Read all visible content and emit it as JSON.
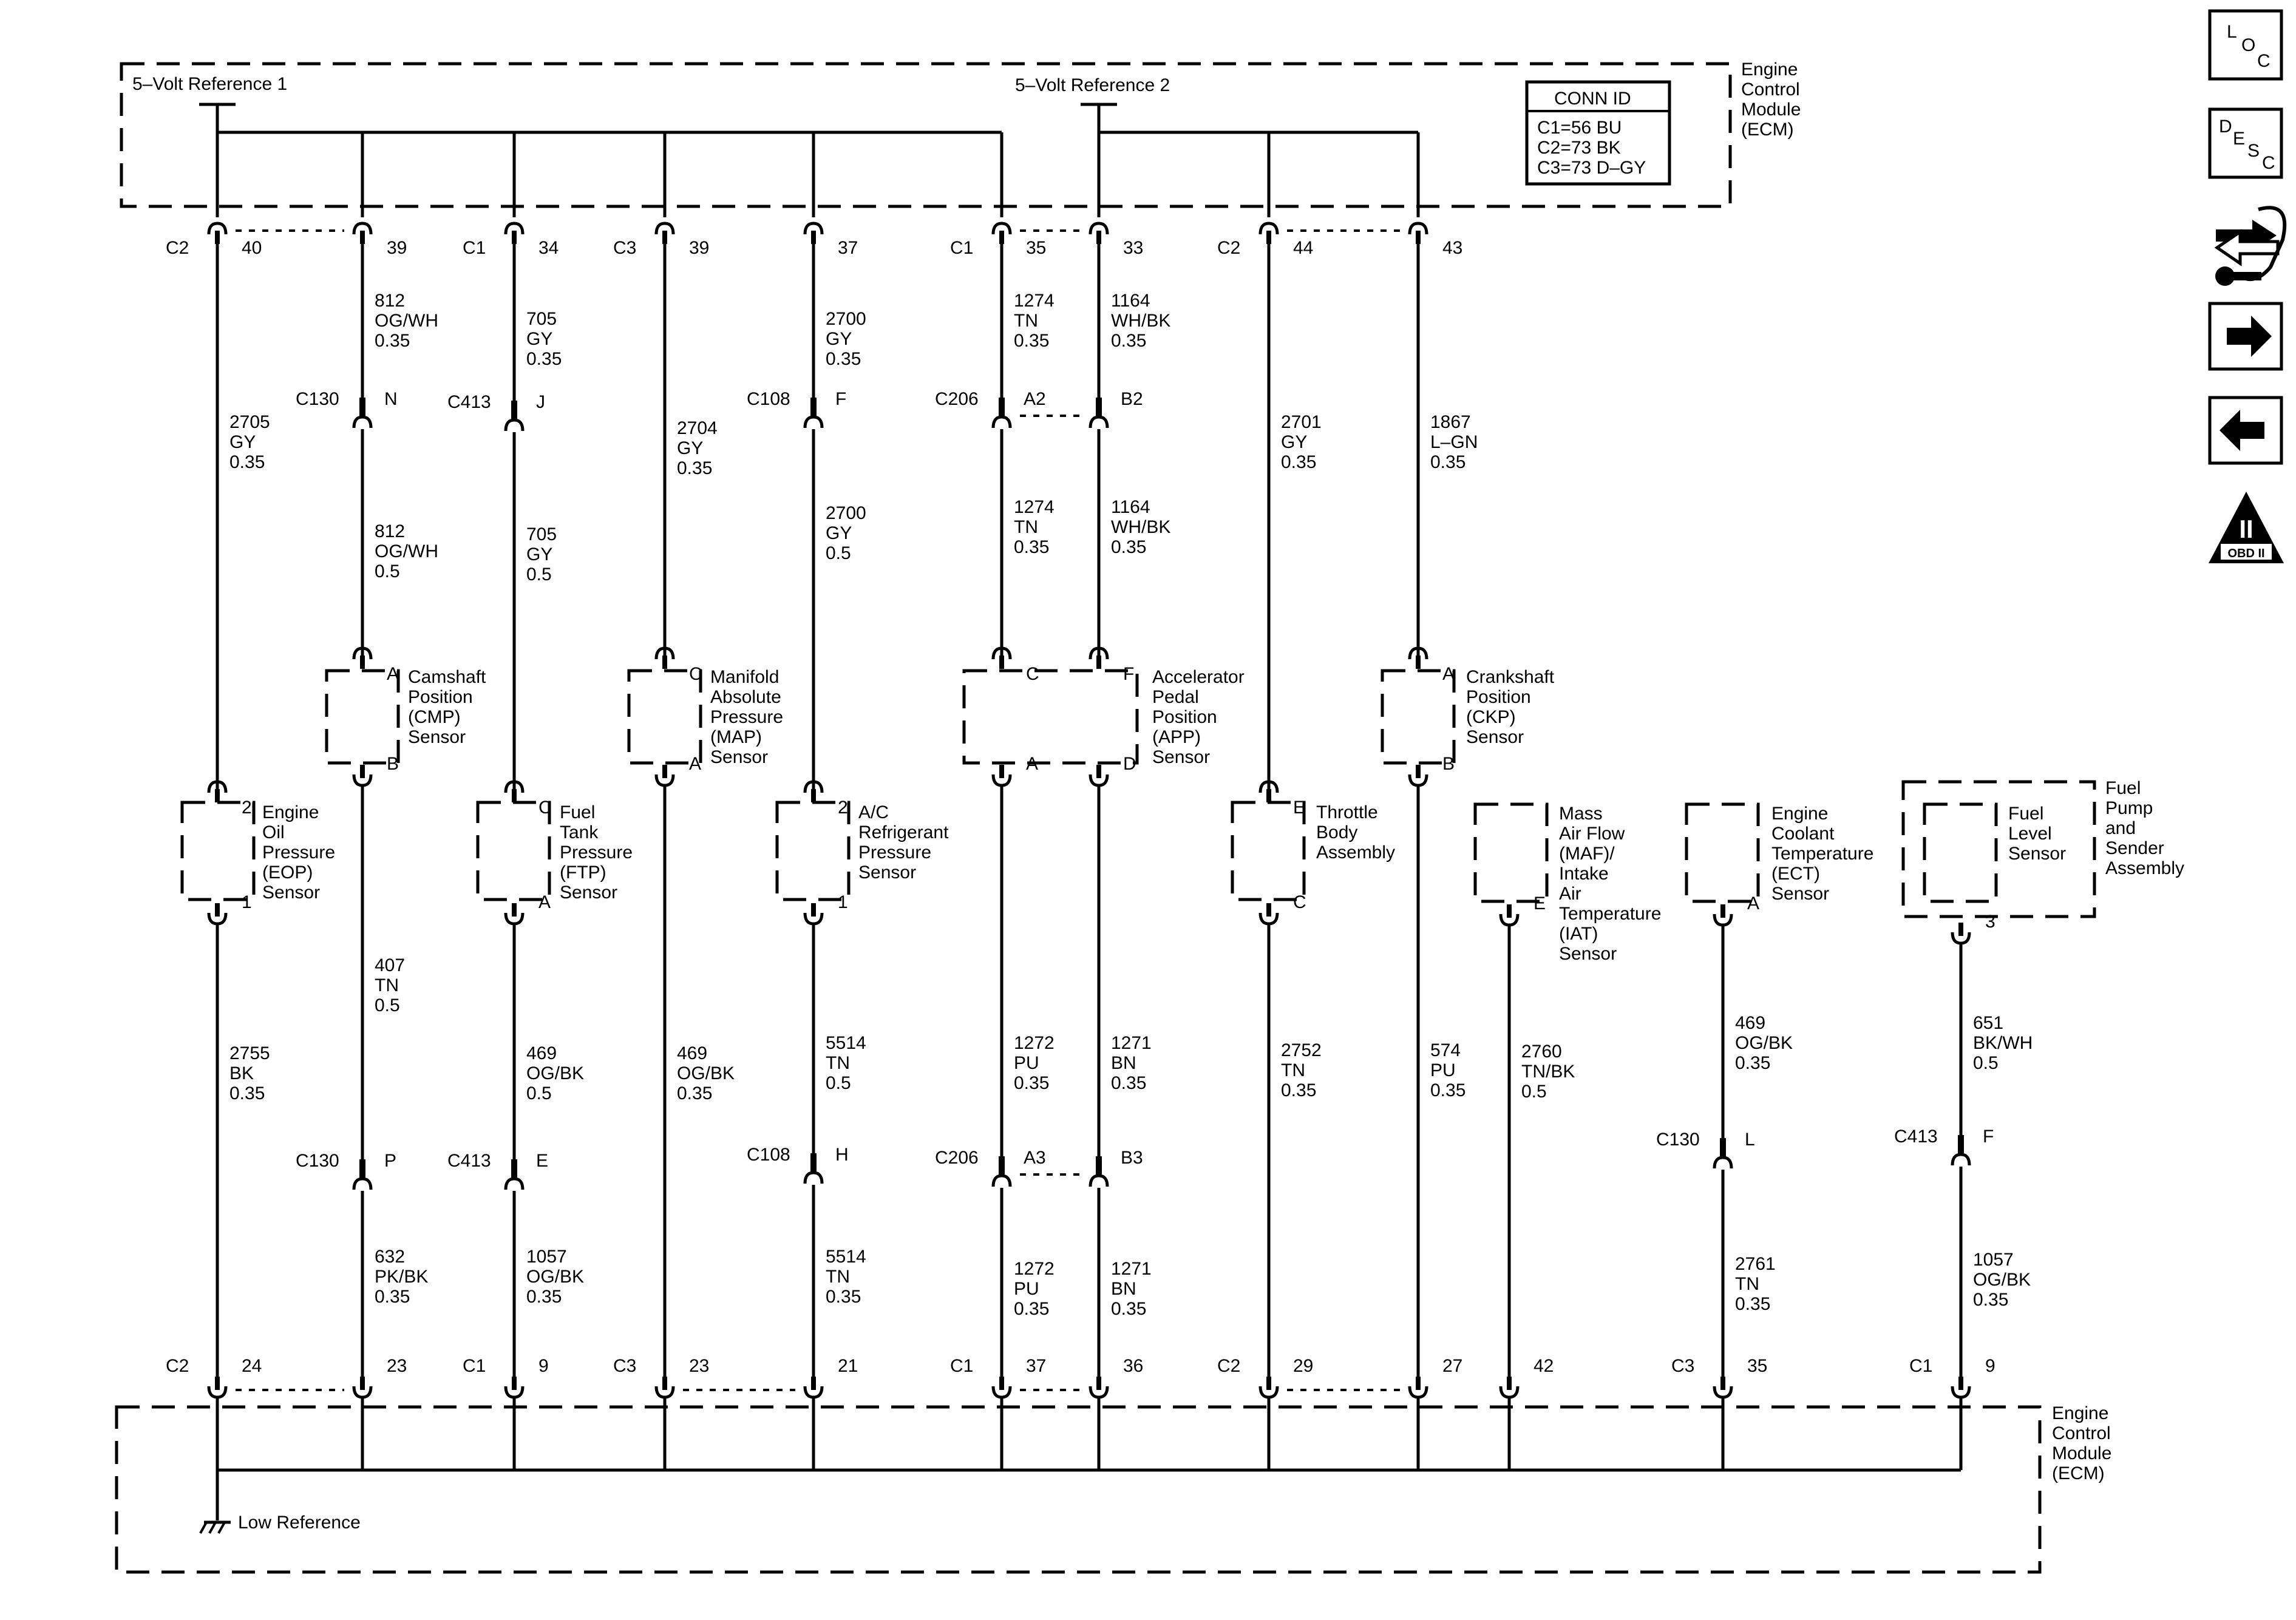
{
  "ecm": {
    "top_name": [
      "Engine",
      "Control",
      "Module",
      "(ECM)"
    ],
    "bottom_name": [
      "Engine",
      "Control",
      "Module",
      "(ECM)"
    ],
    "ref1": "5–Volt Reference 1",
    "ref2": "5–Volt Reference 2",
    "low_ref": "Low Reference",
    "conn_id_title": "CONN ID",
    "conn_id_lines": [
      "C1=56 BU",
      "C2=73 BK",
      "C3=73 D–GY"
    ]
  },
  "top_pins": [
    {
      "conn": "C2",
      "pin": "40"
    },
    {
      "conn": "",
      "pin": "39"
    },
    {
      "conn": "C1",
      "pin": "34"
    },
    {
      "conn": "C3",
      "pin": "39"
    },
    {
      "conn": "",
      "pin": "37"
    },
    {
      "conn": "C1",
      "pin": "35"
    },
    {
      "conn": "",
      "pin": "33"
    },
    {
      "conn": "C2",
      "pin": "44"
    },
    {
      "conn": "",
      "pin": "43"
    }
  ],
  "bottom_pins": [
    {
      "conn": "C2",
      "pin": "24"
    },
    {
      "conn": "",
      "pin": "23"
    },
    {
      "conn": "C1",
      "pin": "9"
    },
    {
      "conn": "C3",
      "pin": "23"
    },
    {
      "conn": "",
      "pin": "21"
    },
    {
      "conn": "C1",
      "pin": "37"
    },
    {
      "conn": "",
      "pin": "36"
    },
    {
      "conn": "C2",
      "pin": "29"
    },
    {
      "conn": "",
      "pin": "27"
    },
    {
      "conn": "",
      "pin": "42"
    },
    {
      "conn": "C3",
      "pin": "35"
    },
    {
      "conn": "C1",
      "pin": "9"
    }
  ],
  "wire_labels": [
    [
      "2705",
      "GY",
      "0.35"
    ],
    [
      "812",
      "OG/WH",
      "0.35"
    ],
    [
      "705",
      "GY",
      "0.35"
    ],
    [
      "2704",
      "GY",
      "0.35"
    ],
    [
      "2700",
      "GY",
      "0.35"
    ],
    [
      "1274",
      "TN",
      "0.35"
    ],
    [
      "1164",
      "WH/BK",
      "0.35"
    ],
    [
      "2701",
      "GY",
      "0.35"
    ],
    [
      "1867",
      "L–GN",
      "0.35"
    ],
    [
      "812",
      "OG/WH",
      "0.5"
    ],
    [
      "705",
      "GY",
      "0.5"
    ],
    [
      "2700",
      "GY",
      "0.5"
    ],
    [
      "1274",
      "TN",
      "0.35"
    ],
    [
      "1164",
      "WH/BK",
      "0.35"
    ],
    [
      "2755",
      "BK",
      "0.35"
    ],
    [
      "407",
      "TN",
      "0.5"
    ],
    [
      "469",
      "OG/BK",
      "0.5"
    ],
    [
      "469",
      "OG/BK",
      "0.35"
    ],
    [
      "5514",
      "TN",
      "0.5"
    ],
    [
      "1272",
      "PU",
      "0.35"
    ],
    [
      "1271",
      "BN",
      "0.35"
    ],
    [
      "2752",
      "TN",
      "0.35"
    ],
    [
      "574",
      "PU",
      "0.35"
    ],
    [
      "2760",
      "TN/BK",
      "0.5"
    ],
    [
      "469",
      "OG/BK",
      "0.35"
    ],
    [
      "651",
      "BK/WH",
      "0.5"
    ],
    [
      "632",
      "PK/BK",
      "0.35"
    ],
    [
      "1057",
      "OG/BK",
      "0.35"
    ],
    [
      "5514",
      "TN",
      "0.35"
    ],
    [
      "1272",
      "PU",
      "0.35"
    ],
    [
      "1271",
      "BN",
      "0.35"
    ],
    [
      "2761",
      "TN",
      "0.35"
    ],
    [
      "1057",
      "OG/BK",
      "0.35"
    ]
  ],
  "inline_connectors": [
    {
      "name": "C130",
      "pin": "N"
    },
    {
      "name": "C413",
      "pin": "J"
    },
    {
      "name": "C108",
      "pin": "F"
    },
    {
      "name": "C206",
      "pin": "A2"
    },
    {
      "name": "",
      "pin": "B2"
    },
    {
      "name": "C130",
      "pin": "P"
    },
    {
      "name": "C413",
      "pin": "E"
    },
    {
      "name": "C108",
      "pin": "H"
    },
    {
      "name": "C206",
      "pin": "A3"
    },
    {
      "name": "",
      "pin": "B3"
    },
    {
      "name": "C130",
      "pin": "L"
    },
    {
      "name": "C413",
      "pin": "F"
    }
  ],
  "component_pins": [
    "A",
    "B",
    "C",
    "A",
    "C",
    "F",
    "A",
    "B",
    "2",
    "1",
    "C",
    "A",
    "2",
    "1",
    "A",
    "D",
    "E",
    "C",
    "E",
    "A",
    "3"
  ],
  "components": [
    {
      "lines": [
        "Engine",
        "Oil",
        "Pressure",
        "(EOP)",
        "Sensor"
      ]
    },
    {
      "lines": [
        "Camshaft",
        "Position",
        "(CMP)",
        "Sensor"
      ]
    },
    {
      "lines": [
        "Fuel",
        "Tank",
        "Pressure",
        "(FTP)",
        "Sensor"
      ]
    },
    {
      "lines": [
        "Manifold",
        "Absolute",
        "Pressure",
        "(MAP)",
        "Sensor"
      ]
    },
    {
      "lines": [
        "A/C",
        "Refrigerant",
        "Pressure",
        "Sensor"
      ]
    },
    {
      "lines": [
        "Accelerator",
        "Pedal",
        "Position",
        "(APP)",
        "Sensor"
      ]
    },
    {
      "lines": [
        "Crankshaft",
        "Position",
        "(CKP)",
        "Sensor"
      ]
    },
    {
      "lines": [
        "Throttle",
        "Body",
        "Assembly"
      ]
    },
    {
      "lines": [
        "Mass",
        "Air Flow",
        "(MAF)/",
        "Intake",
        "Air",
        "Temperature",
        "(IAT)",
        "Sensor"
      ]
    },
    {
      "lines": [
        "Engine",
        "Coolant",
        "Temperature",
        "(ECT)",
        "Sensor"
      ]
    },
    {
      "lines": [
        "Fuel",
        "Level",
        "Sensor"
      ]
    },
    {
      "lines": [
        "Fuel",
        "Pump",
        "and",
        "Sender",
        "Assembly"
      ]
    }
  ],
  "nav": {
    "loc": [
      "L",
      "O",
      "C"
    ],
    "desc": [
      "D",
      "E",
      "S",
      "C"
    ],
    "obd": "OBD II",
    "obd_numeral": "II"
  }
}
